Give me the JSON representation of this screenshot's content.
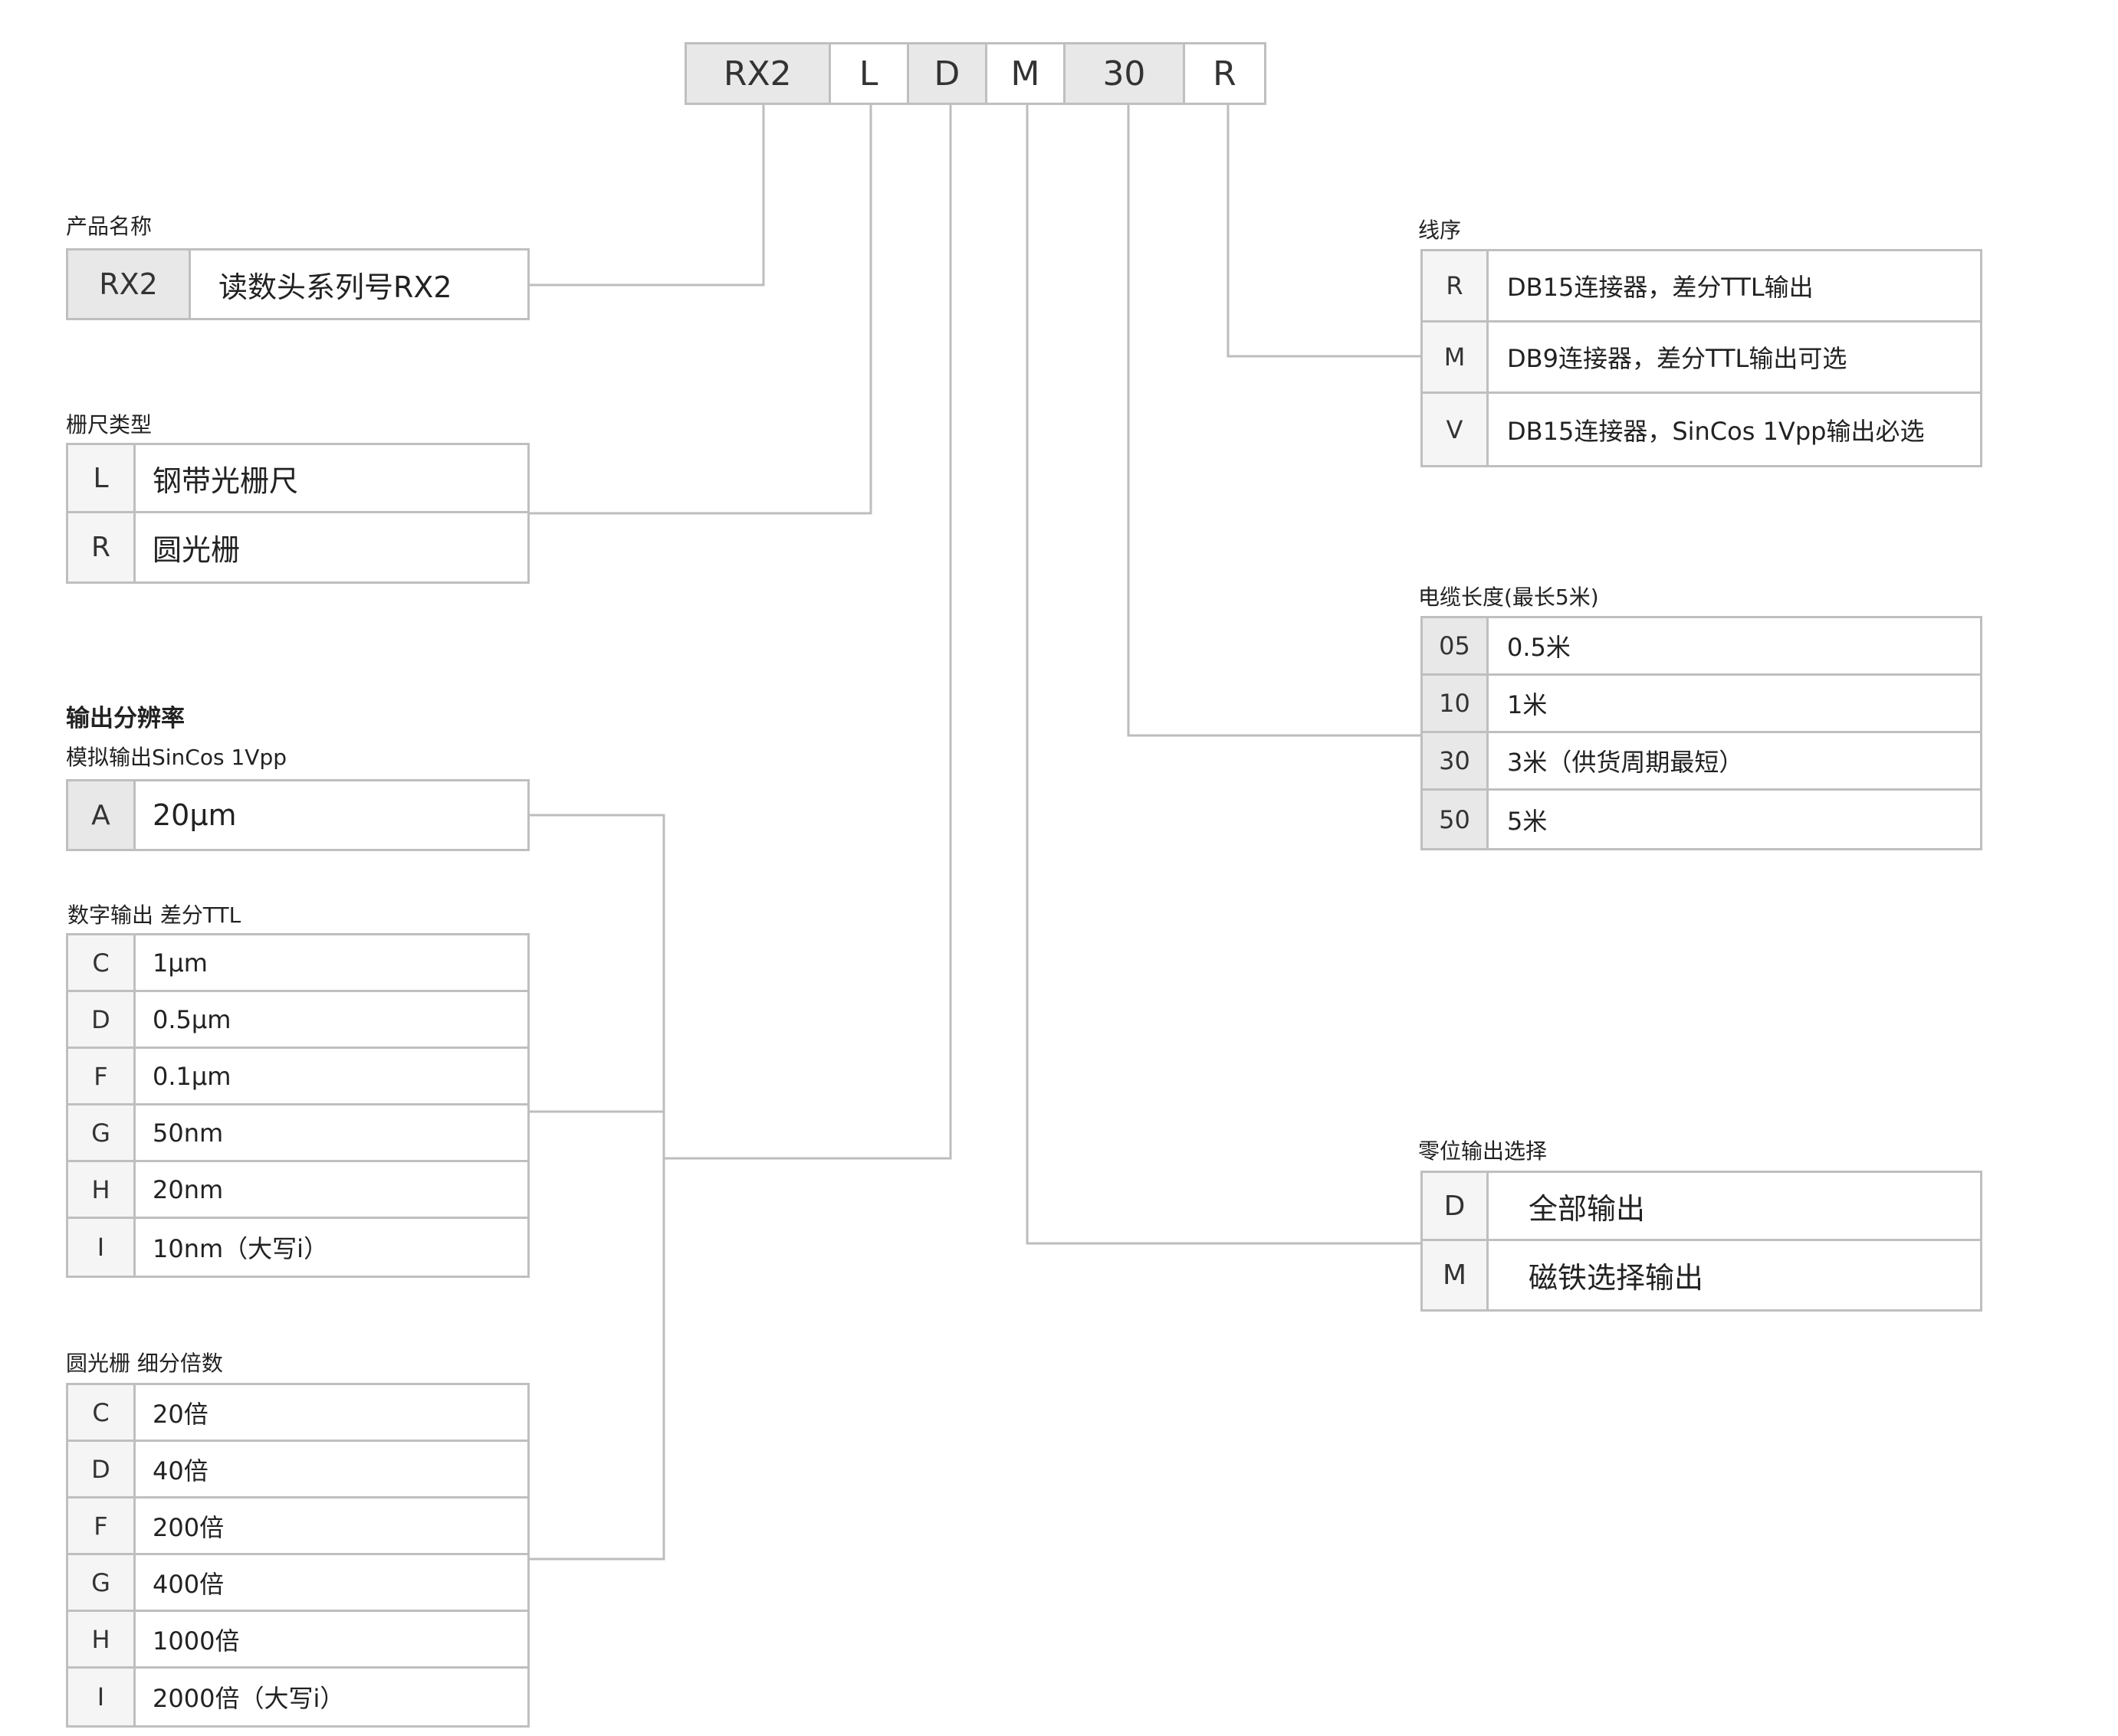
{
  "code_segments": [
    "RX2",
    "L",
    "D",
    "M",
    "30",
    "R"
  ],
  "sections": {
    "product": {
      "title": "产品名称",
      "rows": [
        {
          "code": "RX2",
          "desc": "读数头系列号RX2"
        }
      ]
    },
    "scale_type": {
      "title": "栅尺类型",
      "rows": [
        {
          "code": "L",
          "desc": "钢带光栅尺"
        },
        {
          "code": "R",
          "desc": "圆光栅"
        }
      ]
    },
    "resolution": {
      "title": "输出分辨率",
      "analog": {
        "title": "模拟输出SinCos 1Vpp",
        "rows": [
          {
            "code": "A",
            "desc": "20µm"
          }
        ]
      },
      "digital": {
        "title": "数字输出 差分TTL",
        "rows": [
          {
            "code": "C",
            "desc": "1µm"
          },
          {
            "code": "D",
            "desc": "0.5µm"
          },
          {
            "code": "F",
            "desc": "0.1µm"
          },
          {
            "code": "G",
            "desc": "50nm"
          },
          {
            "code": "H",
            "desc": "20nm"
          },
          {
            "code": "I",
            "desc": "10nm（大写i）"
          }
        ]
      },
      "rotary": {
        "title": "圆光栅 细分倍数",
        "rows": [
          {
            "code": "C",
            "desc": "20倍"
          },
          {
            "code": "D",
            "desc": "40倍"
          },
          {
            "code": "F",
            "desc": "200倍"
          },
          {
            "code": "G",
            "desc": "400倍"
          },
          {
            "code": "H",
            "desc": "1000倍"
          },
          {
            "code": "I",
            "desc": "2000倍（大写i）"
          }
        ]
      }
    },
    "wiring": {
      "title": "线序",
      "rows": [
        {
          "code": "R",
          "desc": "DB15连接器，差分TTL输出"
        },
        {
          "code": "M",
          "desc": "DB9连接器，差分TTL输出可选"
        },
        {
          "code": "V",
          "desc": "DB15连接器，SinCos 1Vpp输出必选"
        }
      ]
    },
    "cable": {
      "title": "电缆长度(最长5米)",
      "rows": [
        {
          "code": "05",
          "desc": "0.5米"
        },
        {
          "code": "10",
          "desc": "1米"
        },
        {
          "code": "30",
          "desc": "3米（供货周期最短）"
        },
        {
          "code": "50",
          "desc": "5米"
        }
      ]
    },
    "zero": {
      "title": "零位输出选择",
      "rows": [
        {
          "code": "D",
          "desc": "全部输出"
        },
        {
          "code": "M",
          "desc": "磁铁选择输出"
        }
      ]
    }
  }
}
